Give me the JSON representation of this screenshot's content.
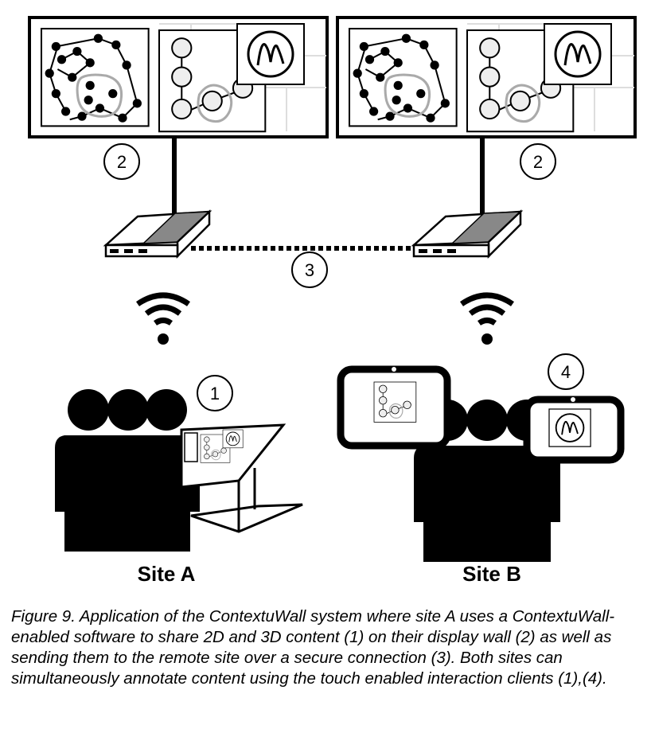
{
  "callouts": {
    "wall_a": "2",
    "wall_b": "2",
    "connection": "3",
    "table": "1",
    "tablets": "4"
  },
  "sites": {
    "a": "Site A",
    "b": "Site B"
  },
  "caption": "Figure 9. Application of the ContextuWall system where site A uses a ContextuWall-enabled software to share 2D and 3D content (1) on their display wall (2) as well as sending them to the remote site over a secure connection (3). Both sites can simultaneously annotate content using the touch enabled interaction clients (1),(4).",
  "colors": {
    "ink": "#000000",
    "panel_fill": "#eeeeee",
    "grey_path": "#aaaaaa",
    "router_side": "#888888"
  }
}
